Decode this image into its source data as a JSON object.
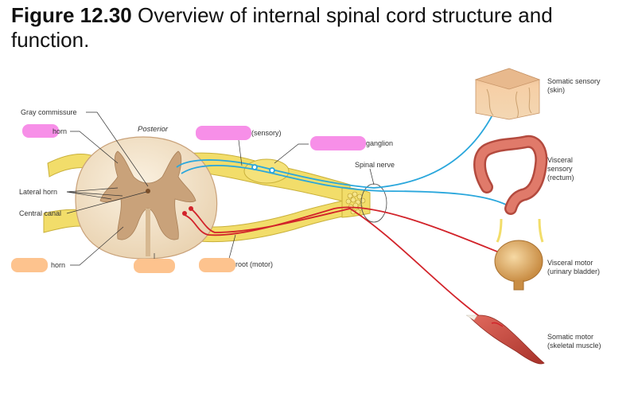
{
  "title": {
    "figure_number": "Figure 12.30",
    "text": "Overview of internal spinal cord structure and function."
  },
  "labels": {
    "gray_commissure": "Gray commissure",
    "posterior_horn_partial": "horn",
    "posterior": "Posterior",
    "root_sensory_partial": "(sensory)",
    "ganglion_partial": "ganglion",
    "spinal_nerve": "Spinal nerve",
    "lateral_horn": "Lateral horn",
    "central_canal": "Central canal",
    "anterior_horn_partial": "horn",
    "root_motor_partial": "root (motor)",
    "somatic_sensory": [
      "Somatic sensory",
      "(skin)"
    ],
    "visceral_sensory": [
      "Visceral",
      "sensory",
      "(rectum)"
    ],
    "visceral_motor": [
      "Visceral motor",
      "(urinary bladder)"
    ],
    "somatic_motor": [
      "Somatic motor",
      "(skeletal muscle)"
    ]
  },
  "colors": {
    "mask_pink": "#f78fe8",
    "mask_orange": "#fdc38e",
    "sensory_fiber": "#2aa7dc",
    "motor_fiber": "#d2232a",
    "nerve": "#f2dd6a",
    "gray_matter": "#c9a27a",
    "white_matter": "#f4e6cf"
  }
}
